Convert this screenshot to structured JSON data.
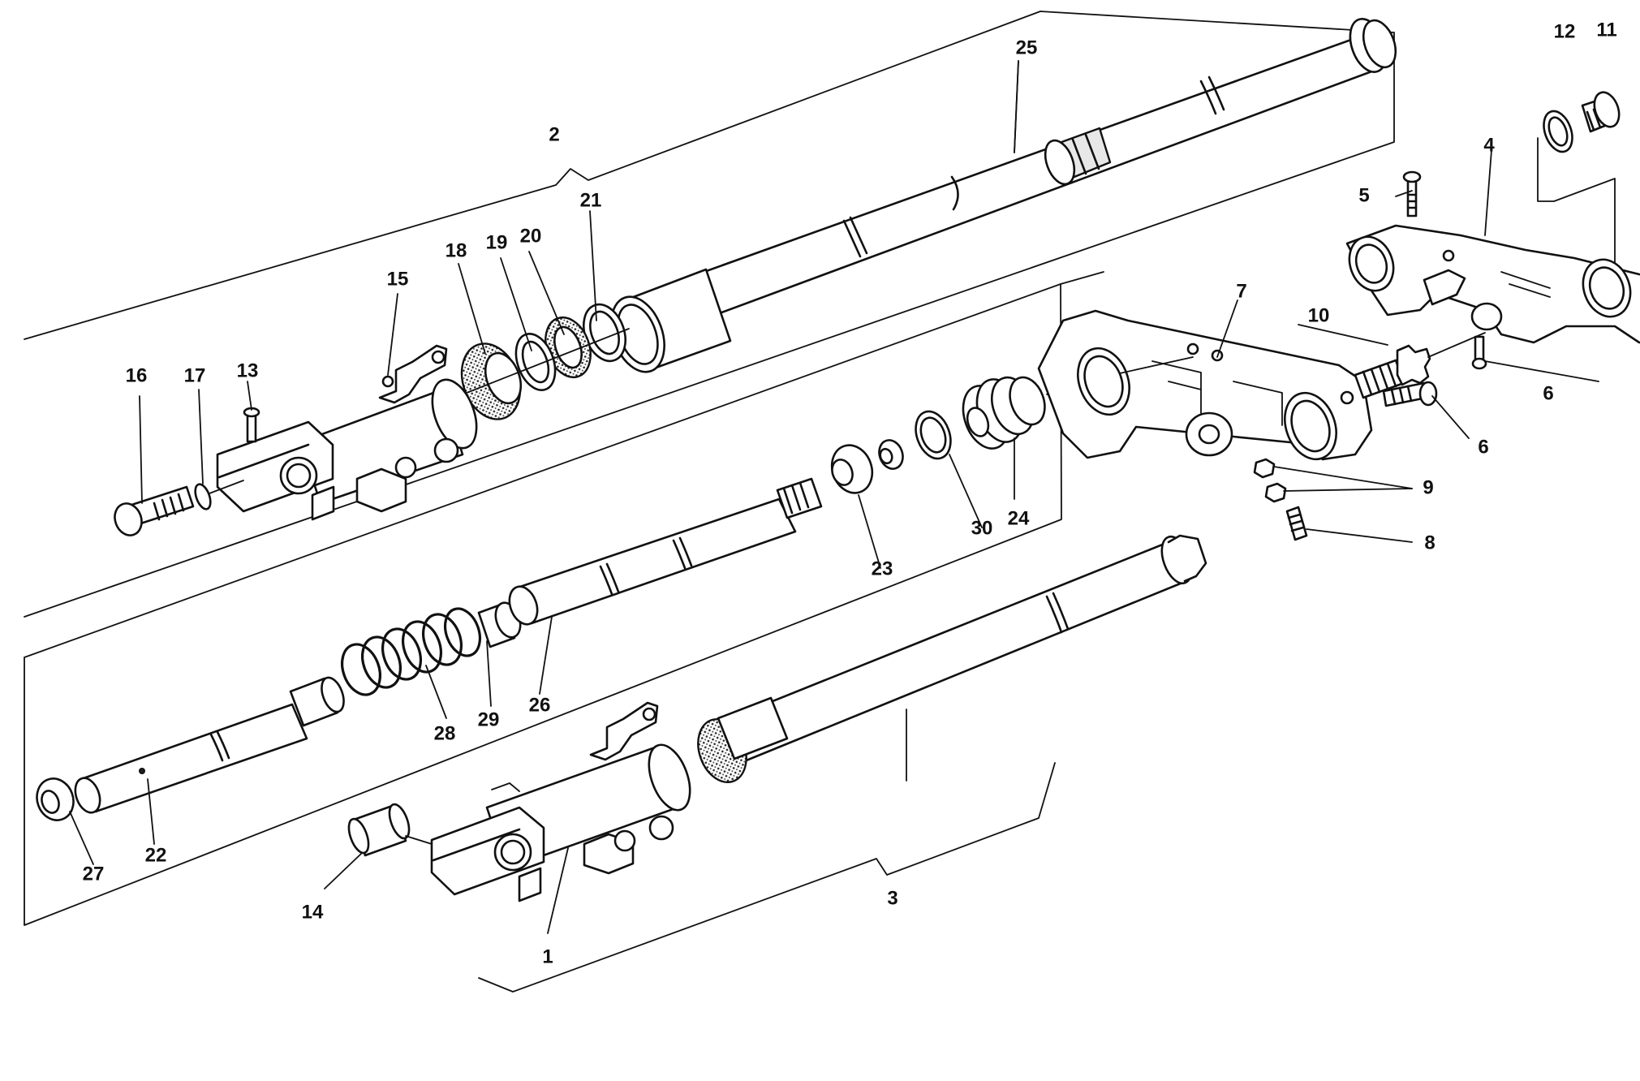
{
  "diagram": {
    "labels": {
      "p1": "1",
      "p2": "2",
      "p3": "3",
      "p4": "4",
      "p5": "5",
      "p6a": "6",
      "p6b": "6",
      "p7": "7",
      "p8": "8",
      "p9": "9",
      "p10": "10",
      "p11": "11",
      "p12": "12",
      "p13": "13",
      "p14": "14",
      "p15": "15",
      "p16": "16",
      "p17": "17",
      "p18": "18",
      "p19": "19",
      "p20": "20",
      "p21": "21",
      "p22": "22",
      "p23": "23",
      "p24": "24",
      "p25": "25",
      "p26": "26",
      "p27": "27",
      "p28": "28",
      "p29": "29",
      "p30": "30"
    }
  }
}
